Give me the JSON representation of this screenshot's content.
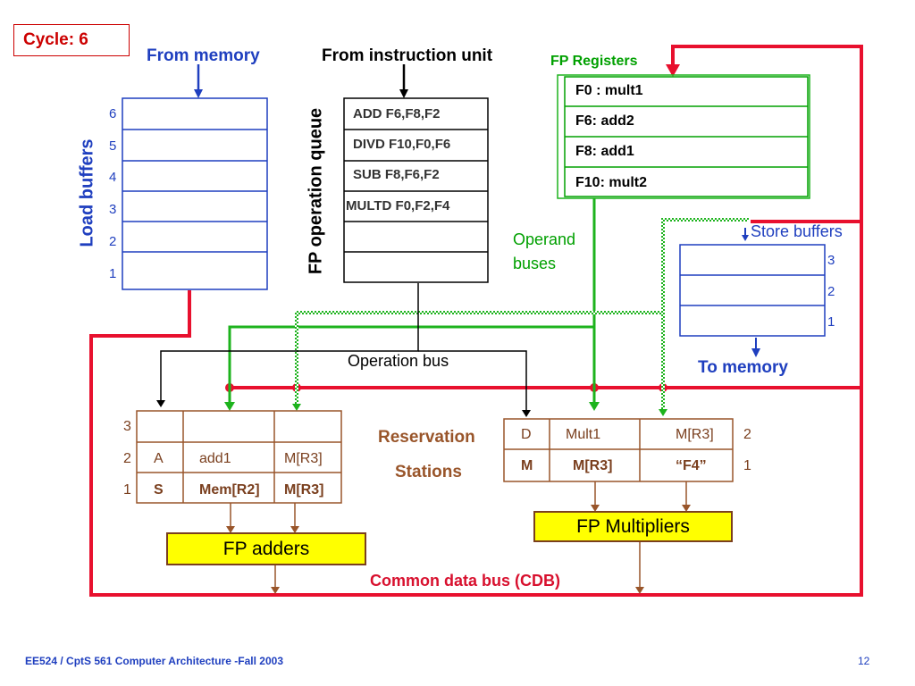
{
  "cycle": "Cycle: 6",
  "labels": {
    "from_memory": "From memory",
    "from_instruction_unit": "From instruction unit",
    "fp_registers": "FP Registers",
    "load_buffers": "Load buffers",
    "fp_operation_queue": "FP operation queue",
    "operand": "Operand",
    "buses": "buses",
    "store_buffers": "Store buffers",
    "to_memory": "To memory",
    "operation_bus": "Operation bus",
    "reservation": "Reservation",
    "stations": "Stations",
    "cdb": "Common data bus (CDB)"
  },
  "load_buffers": [
    "6",
    "5",
    "4",
    "3",
    "2",
    "1"
  ],
  "fp_queue": [
    "ADD F6,F8,F2",
    "DIVD F10,F0,F6",
    "SUB F8,F6,F2",
    "MULTD F0,F2,F4",
    "",
    ""
  ],
  "fp_registers": [
    "F0 : mult1",
    "F6: add2",
    "F8: add1",
    "F10: mult2"
  ],
  "store_buffers": [
    "3",
    "2",
    "1"
  ],
  "adder_rs": {
    "rows": [
      {
        "num": "3",
        "op": "",
        "q": "",
        "v": ""
      },
      {
        "num": "2",
        "op": "A",
        "q": "add1",
        "v": "M[R3]"
      },
      {
        "num": "1",
        "op": "S",
        "q": "Mem[R2]",
        "v": "M[R3]"
      }
    ]
  },
  "mult_rs": {
    "rows": [
      {
        "num": "2",
        "op": "D",
        "q": "Mult1",
        "v": "M[R3]"
      },
      {
        "num": "1",
        "op": "M",
        "q": "M[R3]",
        "v": "“F4”"
      }
    ]
  },
  "units": {
    "adders": "FP adders",
    "multipliers": "FP Multipliers"
  },
  "footer": {
    "course": "EE524 / CptS 561 Computer Architecture  -Fall 2003",
    "page": "12"
  },
  "colors": {
    "cdb": "#e8102e",
    "operand_bus": "#1db31d",
    "brown": "#99552a",
    "blue": "#1f3fbf",
    "yellow": "#ffff00"
  }
}
